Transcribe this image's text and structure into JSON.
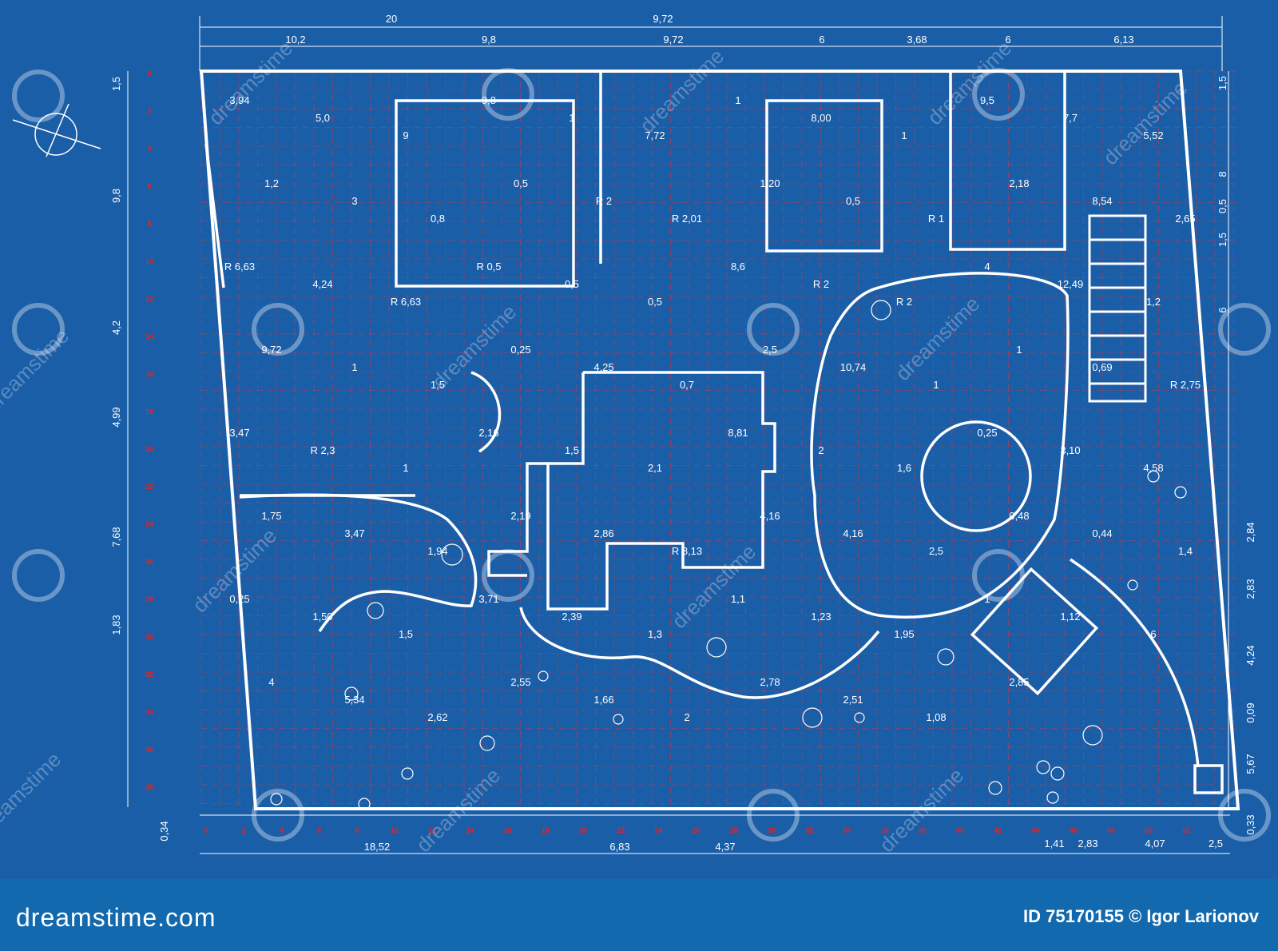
{
  "drawing": {
    "top_dims_row1": [
      "20",
      "9,72"
    ],
    "top_dims_row2": [
      "10,2",
      "9,8",
      "9,72",
      "6",
      "3,68",
      "6",
      "6,13"
    ],
    "left_dims": [
      "1,5",
      "9,8",
      "4,2",
      "4,99",
      "7,68",
      "1,83",
      "0,34"
    ],
    "right_dims": [
      "1,5",
      "8",
      "0,5",
      "1,5",
      "6",
      "2,84",
      "2,83",
      "4,24",
      "0,09",
      "5,67",
      "0,33"
    ],
    "bottom_dims": [
      "18,52",
      "6,83",
      "4,37",
      "1,41",
      "2,83",
      "4,07",
      "2,5"
    ],
    "interior_labels": [
      "3,94",
      "5,0",
      "9",
      "9,8",
      "1",
      "7,72",
      "1",
      "8,00",
      "1",
      "9,5",
      "7,7",
      "5,52",
      "1,2",
      "3",
      "0,8",
      "0,5",
      "R 2",
      "R 2,01",
      "1,20",
      "0,5",
      "R 1",
      "2,18",
      "8,54",
      "2,65",
      "R 6,63",
      "4,24",
      "R 6,63",
      "R 0,5",
      "0,5",
      "0,5",
      "8,6",
      "R 2",
      "R 2",
      "4",
      "12,49",
      "1,2",
      "9,72",
      "1",
      "1,5",
      "0,25",
      "4,25",
      "0,7",
      "2,5",
      "10,74",
      "1",
      "1",
      "0,69",
      "R 2,75",
      "3,47",
      "R 2,3",
      "1",
      "2,16",
      "1,5",
      "2,1",
      "8,81",
      "2",
      "1,6",
      "0,25",
      "3,10",
      "4,58",
      "1,75",
      "3,47",
      "1,94",
      "2,19",
      "2,86",
      "R 8,13",
      "4,16",
      "4,16",
      "2,5",
      "0,48",
      "0,44",
      "1,4",
      "0,25",
      "1,50",
      "1,5",
      "3,71",
      "2,39",
      "1,3",
      "1,1",
      "1,23",
      "1,95",
      "1",
      "1,12",
      "6",
      "4",
      "5,34",
      "2,62",
      "2,55",
      "1,66",
      "2",
      "2,78",
      "2,51",
      "1,08",
      "2,85"
    ],
    "grid_ticks_left": [
      "0",
      "2",
      "4",
      "6",
      "8",
      "10",
      "12",
      "14",
      "16",
      "18",
      "20",
      "22",
      "24",
      "26",
      "28",
      "30",
      "32",
      "34",
      "36",
      "38"
    ],
    "grid_ticks_bottom": [
      "0",
      "2",
      "4",
      "6",
      "8",
      "10",
      "12",
      "14",
      "16",
      "18",
      "20",
      "22",
      "24",
      "26",
      "28",
      "30",
      "32",
      "34",
      "36",
      "38",
      "40",
      "42",
      "44",
      "46",
      "48",
      "50",
      "52"
    ],
    "watermark_text": "dreamstime",
    "colors": {
      "background": "#1a5ea8",
      "line": "#ffffff",
      "grid": "#c83a4a",
      "footer": "#1269ad"
    }
  },
  "footer": {
    "brand": "dreamstime.com",
    "credit": "ID 75170155 © Igor Larionov"
  }
}
